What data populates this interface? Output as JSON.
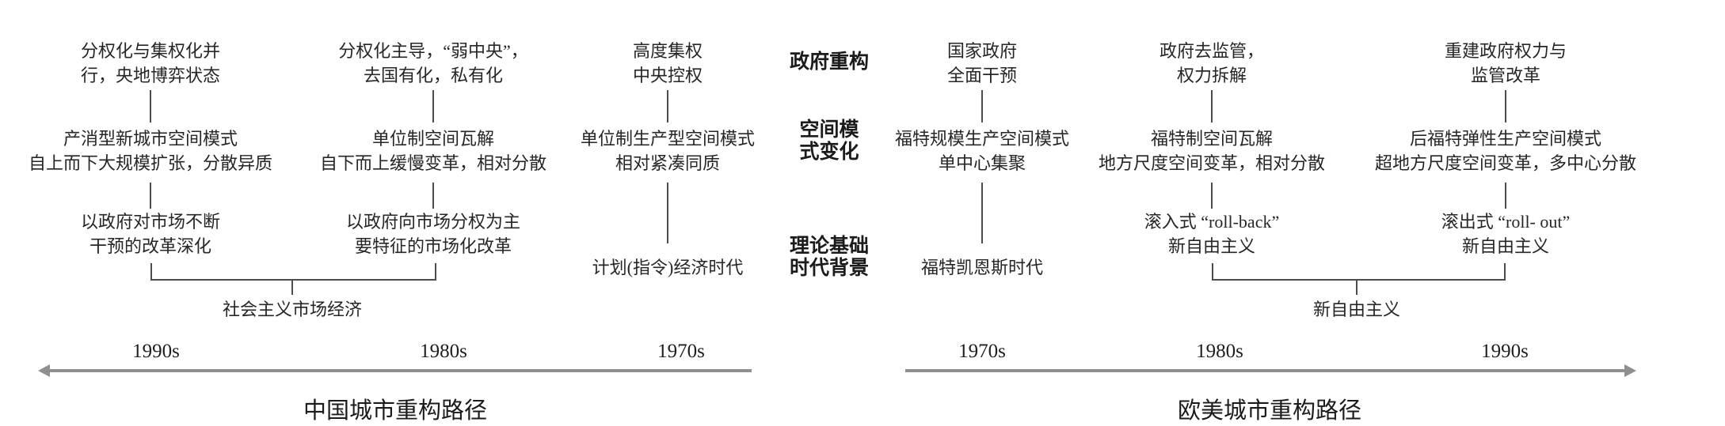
{
  "middle_labels": {
    "gov": "政府重构",
    "space_line1": "空间模",
    "space_line2": "式变化",
    "base_line1": "理论基础",
    "base_line2": "时代背景"
  },
  "columns": [
    {
      "era": "中国 1990s",
      "gov": [
        "分权化与集权化并",
        "行，央地博弈状态"
      ],
      "space": [
        "产消型新城市空间模式",
        "自上而下大规模扩张，分散异质"
      ],
      "base": [
        "以政府对市场不断",
        "干预的改革深化"
      ]
    },
    {
      "era": "中国 1980s",
      "gov": [
        "分权化主导，“弱中央”，",
        "去国有化，私有化"
      ],
      "space": [
        "单位制空间瓦解",
        "自下而上缓慢变革，相对分散"
      ],
      "base": [
        "以政府向市场分权为主",
        "要特征的市场化改革"
      ]
    },
    {
      "era": "中国 1970s",
      "gov": [
        "高度集权",
        "中央控权"
      ],
      "space": [
        "单位制生产型空间模式",
        "相对紧凑同质"
      ],
      "base": [
        "计划(指令)经济时代"
      ]
    },
    {
      "era": "欧美 1970s",
      "gov": [
        "国家政府",
        "全面干预"
      ],
      "space": [
        "福特规模生产空间模式",
        "单中心集聚"
      ],
      "base": [
        "福特凯恩斯时代"
      ]
    },
    {
      "era": "欧美 1980s",
      "gov": [
        "政府去监管，",
        "权力拆解"
      ],
      "space": [
        "福特制空间瓦解",
        "地方尺度空间变革，相对分散"
      ],
      "base": [
        "滚入式 “roll-back”",
        "新自由主义"
      ]
    },
    {
      "era": "欧美 1990s",
      "gov": [
        "重建政府权力与",
        "监管改革"
      ],
      "space": [
        "后福特弹性生产空间模式",
        "超地方尺度空间变革，多中心分散"
      ],
      "base": [
        "滚出式 “roll- out”",
        "新自由主义"
      ]
    }
  ],
  "china": {
    "bracket_label": "社会主义市场经济",
    "years": [
      "1990s",
      "1980s",
      "1970s"
    ],
    "title": "中国城市重构路径"
  },
  "west": {
    "bracket_label": "新自由主义",
    "years": [
      "1970s",
      "1980s",
      "1990s"
    ],
    "title": "欧美城市重构路径"
  }
}
